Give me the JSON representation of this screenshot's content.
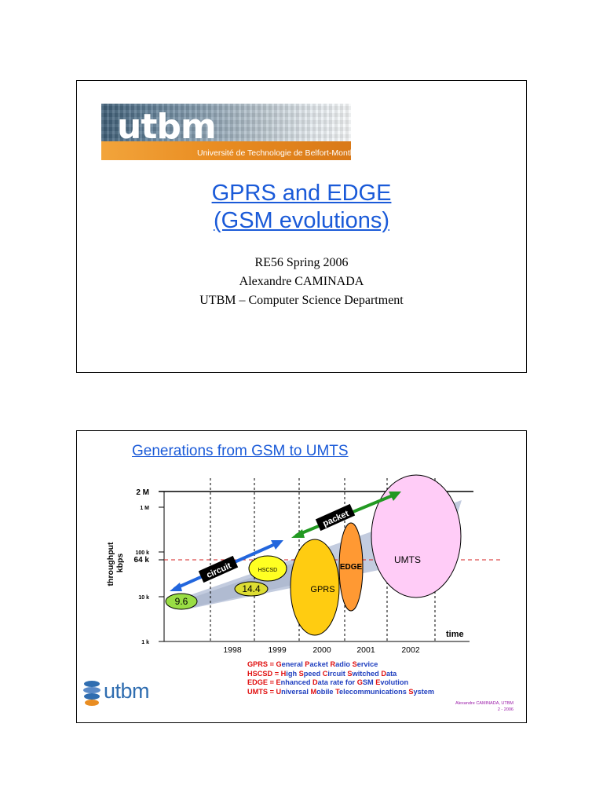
{
  "slide1": {
    "logo": {
      "word": "utbm",
      "subtitle": "Université de Technologie de Belfort-Montbéliard"
    },
    "title_line1": "GPRS and EDGE",
    "title_line2": "(GSM evolutions)",
    "course": "RE56 Spring 2006",
    "author": "Alexandre CAMINADA",
    "department": "UTBM – Computer Science Department"
  },
  "slide2": {
    "title": "Generations from GSM to UMTS",
    "legend": [
      {
        "parts": [
          [
            "GPRS = ",
            "k"
          ],
          [
            "G",
            "r"
          ],
          [
            "eneral ",
            "b"
          ],
          [
            "P",
            "r"
          ],
          [
            "acket ",
            "b"
          ],
          [
            "R",
            "r"
          ],
          [
            "adio ",
            "b"
          ],
          [
            "S",
            "r"
          ],
          [
            "ervice",
            "b"
          ]
        ]
      },
      {
        "parts": [
          [
            "HSCSD = ",
            "k"
          ],
          [
            "H",
            "r"
          ],
          [
            "igh ",
            "b"
          ],
          [
            "S",
            "r"
          ],
          [
            "peed ",
            "b"
          ],
          [
            "C",
            "r"
          ],
          [
            "ircuit ",
            "b"
          ],
          [
            "S",
            "r"
          ],
          [
            "witched ",
            "b"
          ],
          [
            "D",
            "r"
          ],
          [
            "ata",
            "b"
          ]
        ]
      },
      {
        "parts": [
          [
            "EDGE = ",
            "k"
          ],
          [
            "E",
            "r"
          ],
          [
            "nhanced ",
            "b"
          ],
          [
            "D",
            "r"
          ],
          [
            "ata rate for ",
            "b"
          ],
          [
            "G",
            "r"
          ],
          [
            "SM ",
            "b"
          ],
          [
            "E",
            "r"
          ],
          [
            "volution",
            "b"
          ]
        ]
      },
      {
        "parts": [
          [
            "UMTS = ",
            "k"
          ],
          [
            "U",
            "r"
          ],
          [
            "niversal ",
            "b"
          ],
          [
            "M",
            "r"
          ],
          [
            "obile ",
            "b"
          ],
          [
            "T",
            "r"
          ],
          [
            "elecommunications ",
            "b"
          ],
          [
            "S",
            "r"
          ],
          [
            "ystem",
            "b"
          ]
        ]
      }
    ],
    "footer_logo": "utbm",
    "credit_line1": "Alexandre CAMINADA, UTBM",
    "credit_line2": "2 - 2006"
  },
  "chart_data": {
    "type": "diagram",
    "ylabel": "throughput kbps",
    "xlabel": "time",
    "y_scale": "log",
    "y_ticks": [
      "1 k",
      "10 k",
      "100 k",
      "1 M"
    ],
    "y_markers": [
      "64 k",
      "2 M"
    ],
    "x_ticks": [
      "1998",
      "1999",
      "2000",
      "2001",
      "2002"
    ],
    "technologies": [
      {
        "label": "9.6",
        "color": "#99dd44"
      },
      {
        "label": "14.4",
        "color": "#dddd33"
      },
      {
        "label": "HSCSD",
        "color": "#ffff22"
      },
      {
        "label": "GPRS",
        "color": "#ffcc11"
      },
      {
        "label": "EDGE",
        "color": "#ff9933"
      },
      {
        "label": "UMTS",
        "color": "#ffccf7"
      }
    ],
    "arrows": [
      {
        "label": "circuit",
        "color": "#2266dd"
      },
      {
        "label": "packet",
        "color": "#229922"
      }
    ]
  }
}
